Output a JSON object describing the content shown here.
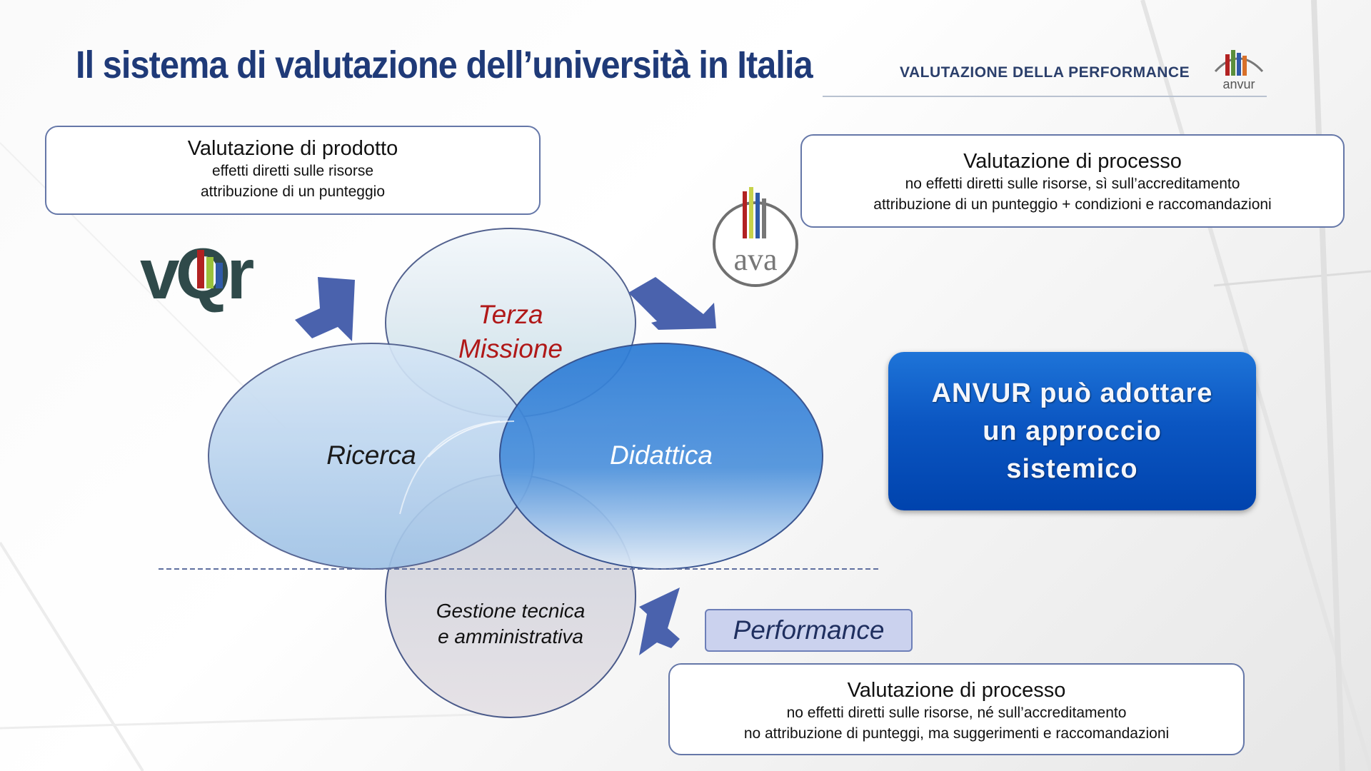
{
  "header": {
    "title": "Il sistema di valutazione dell’università in Italia",
    "section": "VALUTAZIONE DELLA PERFORMANCE",
    "logo_text": "anvur"
  },
  "box_prodotto": {
    "title": "Valutazione di prodotto",
    "line1": "effetti diretti sulle risorse",
    "line2": "attribuzione di un punteggio"
  },
  "box_processo_top": {
    "title": "Valutazione di processo",
    "line1": "no effetti diretti sulle risorse, sì sull’accreditamento",
    "line2": "attribuzione di un punteggio + condizioni e raccomandazioni"
  },
  "box_processo_bottom": {
    "title": "Valutazione di processo",
    "line1": "no effetti diretti sulle risorse, né sull’accreditamento",
    "line2": "no attribuzione di punteggi, ma suggerimenti e raccomandazioni"
  },
  "logos": {
    "vqr": "vQr",
    "ava": "ava"
  },
  "circles": {
    "terza_missione_line1": "Terza",
    "terza_missione_line2": "Missione",
    "ricerca": "Ricerca",
    "didattica": "Didattica",
    "gestione_line1": "Gestione tecnica",
    "gestione_line2": "e amministrativa"
  },
  "anvur_box": {
    "line1": "ANVUR può adottare",
    "line2": "un approccio",
    "line3": "sistemico"
  },
  "performance_label": "Performance",
  "colors": {
    "title": "#1f3a78",
    "arrow": "#4a62ad",
    "terza_missione_text": "#b01818",
    "anvur_box": "#0b56c2"
  }
}
